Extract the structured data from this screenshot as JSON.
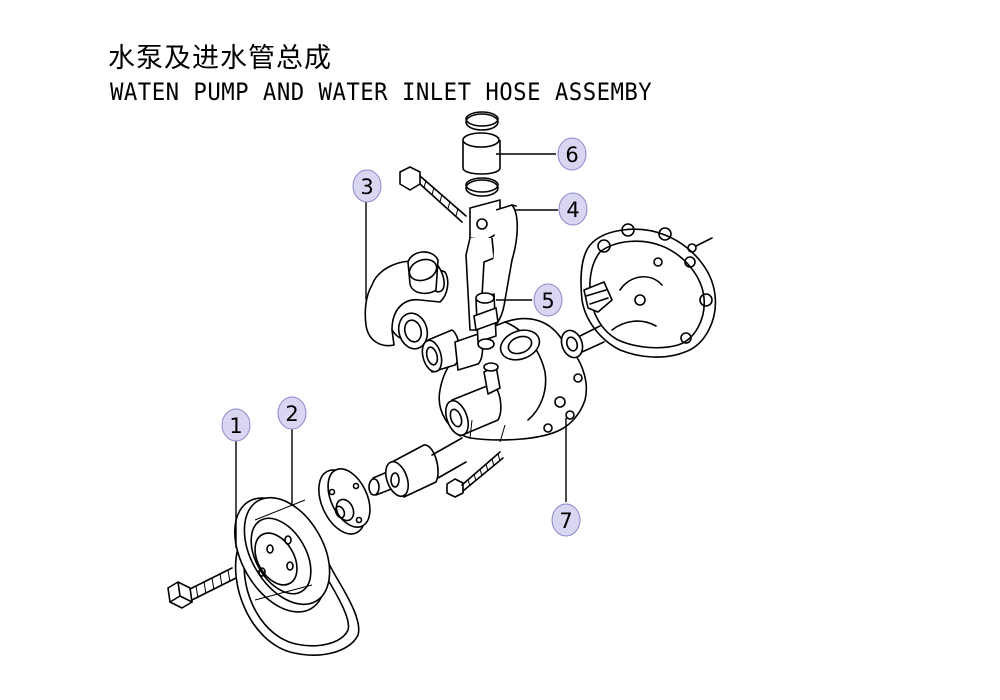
{
  "title": {
    "chinese": "水泵及进水管总成",
    "english": "WATEN PUMP AND WATER INLET HOSE ASSEMBY"
  },
  "callouts": [
    {
      "id": "1",
      "label": "1"
    },
    {
      "id": "2",
      "label": "2"
    },
    {
      "id": "3",
      "label": "3"
    },
    {
      "id": "4",
      "label": "4"
    },
    {
      "id": "5",
      "label": "5"
    },
    {
      "id": "6",
      "label": "6"
    },
    {
      "id": "7",
      "label": "7"
    }
  ],
  "colors": {
    "bubble_fill": "#d9d6f2",
    "bubble_stroke": "#8b87c9",
    "line": "#000000"
  }
}
